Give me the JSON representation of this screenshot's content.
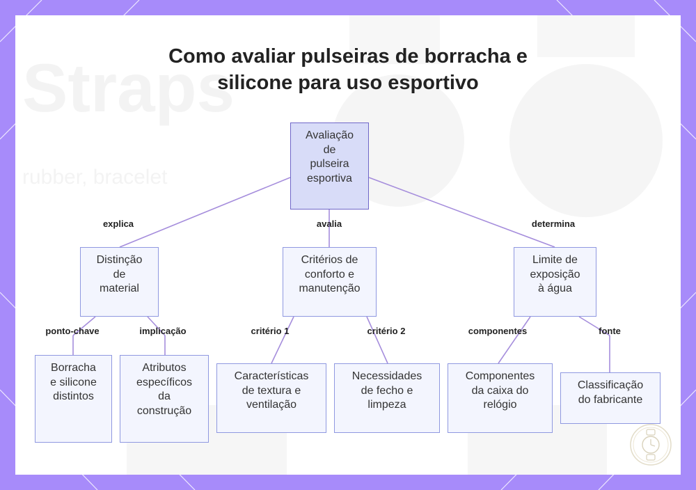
{
  "title": {
    "line1": "Como avaliar pulseiras de borracha e",
    "line2": "silicone para uso esportivo"
  },
  "background_text": {
    "word1": "Straps",
    "word2": "rubber, bracelet"
  },
  "colors": {
    "frame": "#a78bfa",
    "node_fill": "#f3f5fe",
    "node_border": "#8f98e0",
    "root_fill": "#d8dcf8",
    "edge": "#a58ddc"
  },
  "nodes": {
    "root": {
      "lines": [
        "Avaliação",
        "de",
        "pulseira",
        "esportiva"
      ]
    },
    "material": {
      "lines": [
        "Distinção",
        "de",
        "material"
      ]
    },
    "criterios": {
      "lines": [
        "Critérios de",
        "conforto e",
        "manutenção"
      ]
    },
    "agua": {
      "lines": [
        "Limite de",
        "exposição",
        "à água"
      ]
    },
    "borracha": {
      "lines": [
        "Borracha",
        "e silicone",
        "distintos"
      ]
    },
    "atributos": {
      "lines": [
        "Atributos",
        "específicos",
        "da",
        "construção"
      ]
    },
    "textura": {
      "lines": [
        "Características",
        "de textura e",
        "ventilação"
      ]
    },
    "fecho": {
      "lines": [
        "Necessidades",
        "de fecho e",
        "limpeza"
      ]
    },
    "caixa": {
      "lines": [
        "Componentes",
        "da caixa do",
        "relógio"
      ]
    },
    "fabricante": {
      "lines": [
        "Classificação",
        "do fabricante"
      ]
    }
  },
  "edge_labels": {
    "explica": "explica",
    "avalia": "avalia",
    "determina": "determina",
    "ponto_chave": "ponto-chave",
    "implicacao": "implicação",
    "criterio1": "critério 1",
    "criterio2": "critério 2",
    "componentes": "componentes",
    "fonte": "fonte"
  },
  "icons": {
    "badge": "watch-badge-icon"
  }
}
